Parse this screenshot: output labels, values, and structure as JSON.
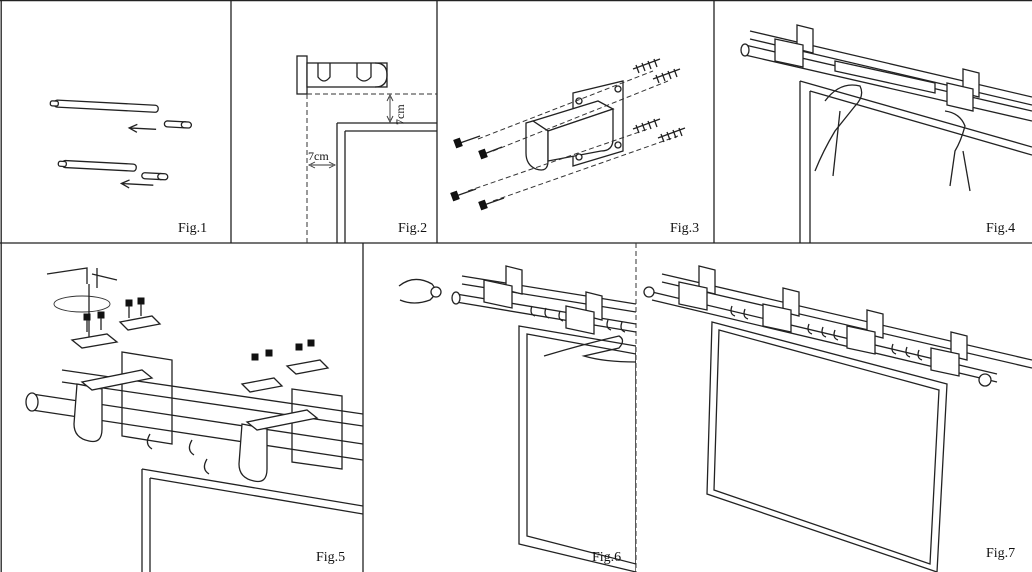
{
  "figures": [
    {
      "id": "fig1",
      "label": "Fig.1"
    },
    {
      "id": "fig2",
      "label": "Fig.2",
      "dim_vertical": "7cm",
      "dim_horizontal": "7cm"
    },
    {
      "id": "fig3",
      "label": "Fig.3"
    },
    {
      "id": "fig4",
      "label": "Fig.4"
    },
    {
      "id": "fig5",
      "label": "Fig.5"
    },
    {
      "id": "fig6",
      "label": "Fig.6"
    },
    {
      "id": "fig7",
      "label": "Fig.7"
    }
  ]
}
